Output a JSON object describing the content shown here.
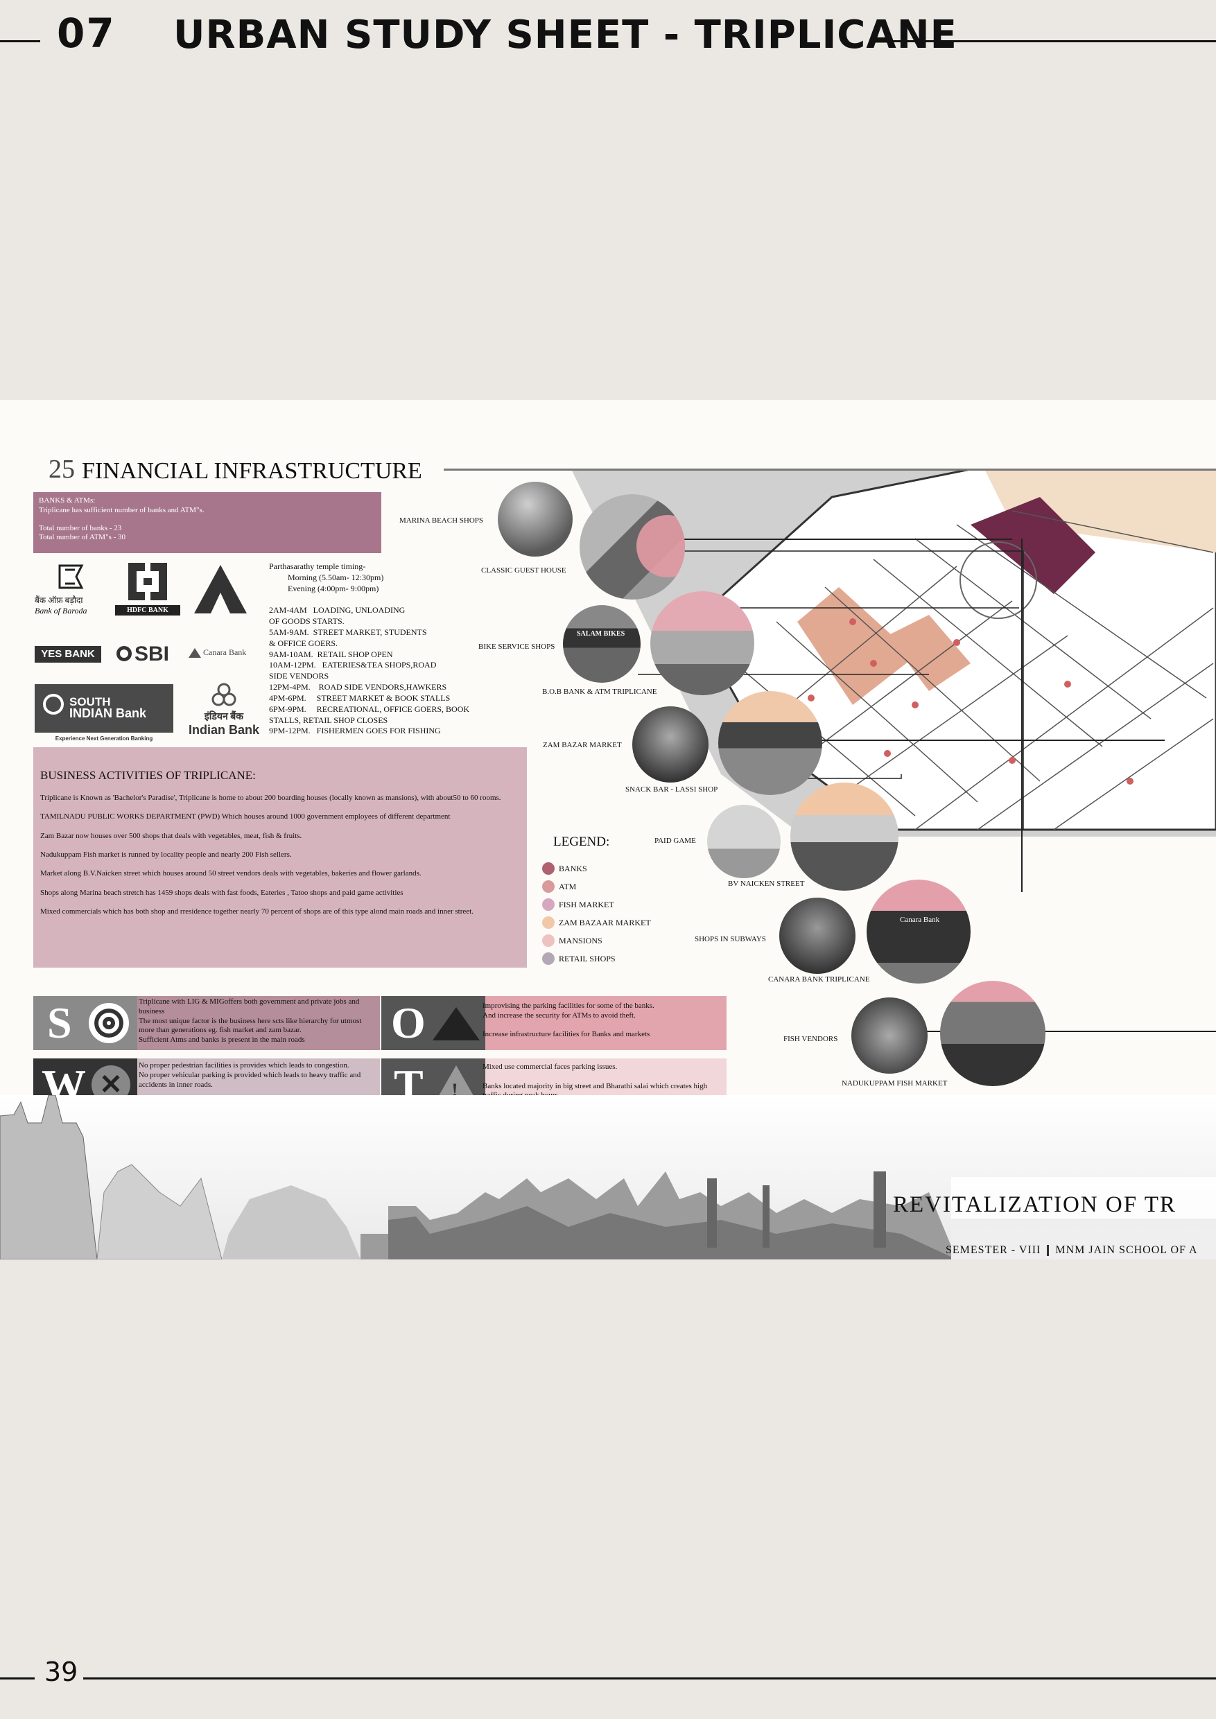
{
  "header": {
    "number": "07",
    "title": "URBAN STUDY SHEET - TRIPLICANE"
  },
  "page_number": "39",
  "section": {
    "number": "25",
    "title": "FINANCIAL INFRASTRUCTURE"
  },
  "banks_box": {
    "heading": "BANKS & ATMs:",
    "line1": "Triplicane has sufficient number of banks and ATM\"s.",
    "total_banks": "Total number of banks - 23",
    "total_atms": "Total number of ATM\"s - 30"
  },
  "logos": {
    "bob_hindi": "बैंक ऑफ़ बड़ौदा",
    "bob": "Bank of Baroda",
    "hdfc": "HDFC BANK",
    "yes": "YES BANK",
    "sbi": "SBI",
    "canara": "Canara Bank",
    "sib_line1": "SOUTH",
    "sib_line2": "INDIAN Bank",
    "sib_tag": "Experience Next Generation Banking",
    "indian_hindi": "इंडियन बैंक",
    "indian": "Indian Bank"
  },
  "timings": "Parthasarathy temple timing-\n         Morning (5.50am- 12:30pm)\n         Evening (4:00pm- 9:00pm)\n\n2AM-4AM   LOADING, UNLOADING\nOF GOODS STARTS.\n5AM-9AM.  STREET MARKET, STUDENTS\n& OFFICE GOERS.\n9AM-10AM.  RETAIL SHOP OPEN\n10AM-12PM.   EATERIES&TEA SHOPS,ROAD\nSIDE VENDORS\n12PM-4PM.    ROAD SIDE VENDORS,HAWKERS\n4PM-6PM.     STREET MARKET & BOOK STALLS\n6PM-9PM.     RECREATIONAL, OFFICE GOERS, BOOK\nSTALLS, RETAIL SHOP CLOSES\n9PM-12PM.   FISHERMEN GOES FOR FISHING",
  "business": {
    "title": "BUSINESS ACTIVITIES OF TRIPLICANE:",
    "p1": "Triplicane is Known as 'Bachelor's Paradise', Triplicane is home to  about 200 boarding houses (locally known as mansions), with about50 to 60 rooms.",
    "p2": "TAMILNADU PUBLIC WORKS DEPARTMENT (PWD) Which houses around 1000 government employees of different department",
    "p3": "Zam Bazar now houses over 500 shops that deals with vegetables, meat, fish & fruits.",
    "p4": "Nadukuppam Fish market is runned by locality people and nearly 200 Fish sellers.",
    "p5": "Market along B.V.Naicken street which houses around  50 street vendors deals with vegetables, bakeries and flower garlands.",
    "p6": "Shops along Marina beach stretch has 1459 shops deals with fast foods, Eateries , Tatoo shops and paid game activities",
    "p7": "Mixed commercials which has both shop and rresidence together nearly 70 percent of shops are of this type alond main roads and inner street."
  },
  "swot": {
    "s": {
      "letter": "S",
      "text": "Triplicane with LIG & MIGoffers both government and private jobs and business\nThe most unique factor is the business here scts like hierarchy for utmost more than generations eg. fish market and zam bazar.\nSufficient Atms and banks is present in the main roads"
    },
    "o": {
      "letter": "O",
      "text": "Improvising the parking facilities for some of the banks.\nAnd increase the security for ATMs to avoid theft.\n\nIncrease infrastructure facilities for Banks and markets"
    },
    "w": {
      "letter": "W",
      "text": "No proper pedestrian facilities is provides which leads to congestion.\nNo proper vehicular parking is provided which leads to heavy traffic and accidents in inner roads."
    },
    "t": {
      "letter": "T",
      "text": "Mixed use commercial faces parking issues.\n\nBanks located majority in big street and Bharathi salai which creates high traffic during peak hours"
    }
  },
  "legend": {
    "title": "LEGEND:",
    "items": [
      {
        "label": "BANKS",
        "color": "#b0606e"
      },
      {
        "label": "ATM",
        "color": "#d89a9a"
      },
      {
        "label": "FISH MARKET",
        "color": "#d5a8c0"
      },
      {
        "label": "ZAM BAZAAR MARKET",
        "color": "#f1c8a8"
      },
      {
        "label": "MANSIONS",
        "color": "#eec2c0"
      },
      {
        "label": "RETAIL SHOPS",
        "color": "#b5a8b6"
      }
    ]
  },
  "photo_labels": {
    "marina": "MARINA BEACH SHOPS",
    "guest": "CLASSIC  GUEST HOUSE",
    "bike": "BIKE SERVICE SHOPS",
    "bob": "B.O.B BANK & ATM TRIPLICANE",
    "zam": "ZAM BAZAR MARKET",
    "snack": "SNACK BAR - LASSI SHOP",
    "paid": "PAID GAME",
    "bv": "BV NAICKEN STREET",
    "subway": "SHOPS IN SUBWAYS",
    "canara": "CANARA BANK TRIPLICANE",
    "fishv": "FISH VENDORS",
    "naduk": "NADUKUPPAM FISH MARKET"
  },
  "photo_signs": {
    "bike": "SALAM BIKES",
    "canara": "Canara Bank"
  },
  "footer": {
    "revitalization": "REVITALIZATION OF TR",
    "semester": "SEMESTER - VIII",
    "school": "MNM JAIN SCHOOL OF A"
  }
}
